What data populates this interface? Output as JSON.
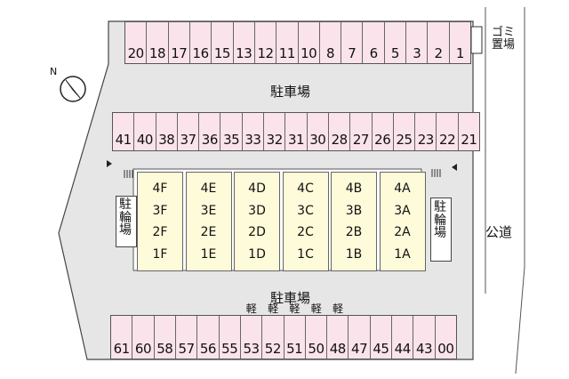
{
  "top_row": [
    "20",
    "18",
    "17",
    "16",
    "15",
    "13",
    "12",
    "11",
    "10",
    "8",
    "7",
    "6",
    "5",
    "3",
    "2",
    "1"
  ],
  "middle_row": [
    "41",
    "40",
    "38",
    "37",
    "36",
    "35",
    "33",
    "32",
    "31",
    "30",
    "28",
    "27",
    "26",
    "25",
    "23",
    "22",
    "21"
  ],
  "bottom_row": [
    {
      "num": "61",
      "kei": ""
    },
    {
      "num": "60",
      "kei": ""
    },
    {
      "num": "58",
      "kei": ""
    },
    {
      "num": "57",
      "kei": ""
    },
    {
      "num": "56",
      "kei": ""
    },
    {
      "num": "55",
      "kei": ""
    },
    {
      "num": "53",
      "kei": "軽"
    },
    {
      "num": "52",
      "kei": "軽"
    },
    {
      "num": "51",
      "kei": "軽"
    },
    {
      "num": "50",
      "kei": "軽"
    },
    {
      "num": "48",
      "kei": "軽"
    },
    {
      "num": "47",
      "kei": ""
    },
    {
      "num": "45",
      "kei": ""
    },
    {
      "num": "44",
      "kei": ""
    },
    {
      "num": "43",
      "kei": ""
    },
    {
      "num": "00",
      "kei": ""
    }
  ],
  "units": [
    [
      "4F",
      "3F",
      "2F",
      "1F"
    ],
    [
      "4E",
      "3E",
      "2E",
      "1E"
    ],
    [
      "4D",
      "3D",
      "2D",
      "1D"
    ],
    [
      "4C",
      "3C",
      "2C",
      "1C"
    ],
    [
      "4B",
      "3B",
      "2B",
      "1B"
    ],
    [
      "4A",
      "3A",
      "2A",
      "1A"
    ]
  ],
  "labels": {
    "parking_top": "駐車場",
    "parking_bottom": "駐車場",
    "garbage": "ゴミ置場",
    "road": "公道",
    "bike_left": "駐輪場",
    "bike_right": "駐輪場",
    "compass": "N"
  },
  "colors": {
    "spot_fill": "#fbe3ec",
    "unit_fill": "#fdfbd9",
    "lot_fill": "#e6e6e6"
  }
}
